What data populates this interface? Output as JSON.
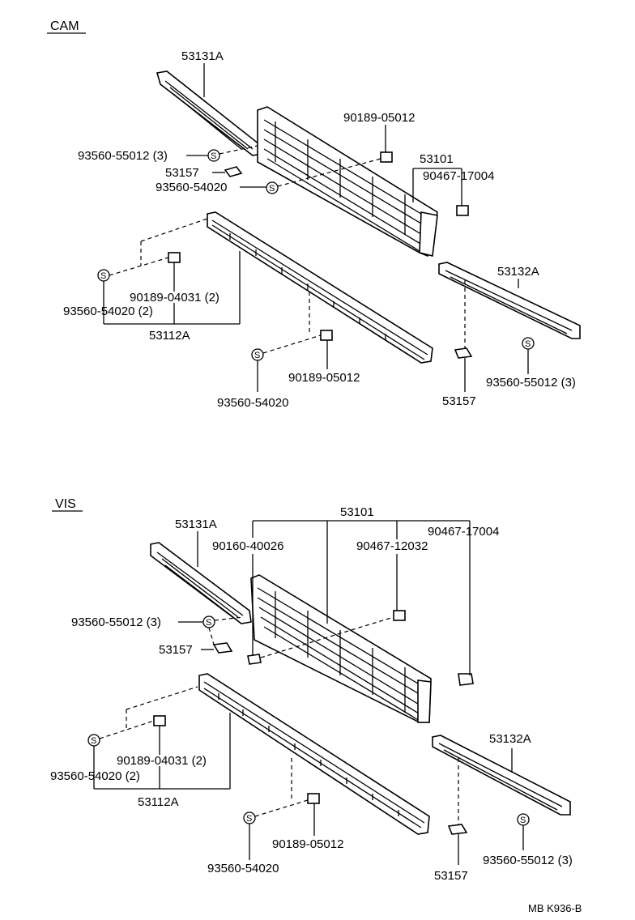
{
  "sections": {
    "cam": "CAM",
    "vis": "VIS"
  },
  "symbol_letter": "S",
  "cam_labels": {
    "l53131a": "53131A",
    "l93560_55012_3_left": "93560-55012 (3)",
    "l53157_top": "53157",
    "l93560_54020_top": "93560-54020",
    "l90189_05012_top": "90189-05012",
    "l53101": "53101",
    "l90467_17004": "90467-17004",
    "l53132a": "53132A",
    "l90189_04031_2": "90189-04031 (2)",
    "l93560_54020_2": "93560-54020 (2)",
    "l53112a": "53112A",
    "l90189_05012_bottom": "90189-05012",
    "l93560_54020_bottom": "93560-54020",
    "l53157_bottom": "53157",
    "l93560_55012_3_right": "93560-55012 (3)"
  },
  "vis_labels": {
    "l53131a": "53131A",
    "l53101": "53101",
    "l90160_40026": "90160-40026",
    "l90467_12032": "90467-12032",
    "l90467_17004": "90467-17004",
    "l93560_55012_3_left": "93560-55012 (3)",
    "l53157_top": "53157",
    "l90189_04031_2": "90189-04031 (2)",
    "l93560_54020_2": "93560-54020 (2)",
    "l53112a": "53112A",
    "l53132a": "53132A",
    "l90189_05012": "90189-05012",
    "l93560_54020": "93560-54020",
    "l53157_bottom": "53157",
    "l93560_55012_3_right": "93560-55012 (3)"
  },
  "footer_code": "MB K936-B"
}
